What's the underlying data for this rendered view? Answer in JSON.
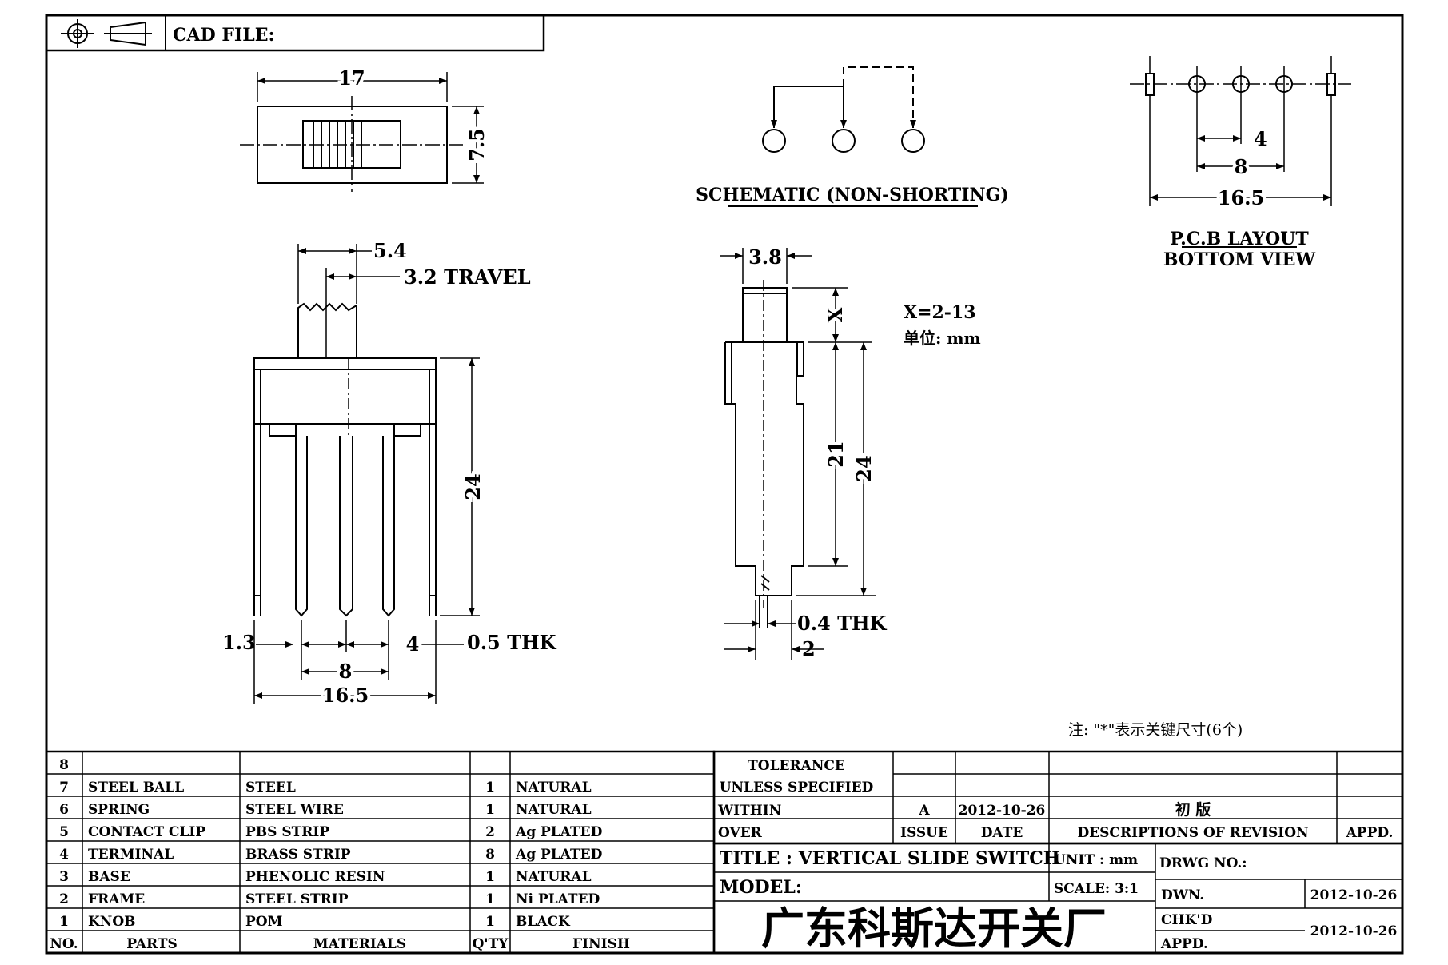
{
  "header": {
    "cad_file_label": "CAD FILE:",
    "projection_icon": "third-angle-projection-icon"
  },
  "top_view": {
    "width_dim": "17",
    "height_dim": "7.5"
  },
  "front_view": {
    "knob_width": "5.4",
    "travel": "3.2 TRAVEL",
    "height": "24",
    "left_offset": "1.3",
    "pin_pitch": "4",
    "thickness": "0.5 THK",
    "pin_span": "8",
    "overall_span": "16.5"
  },
  "schematic": {
    "caption": "SCHEMATIC (NON-SHORTING)"
  },
  "side_view": {
    "knob_width": "3.8",
    "knob_height": "X",
    "x_range": "X=2-13",
    "unit_note": "单位: mm",
    "height_inner": "21",
    "height_outer": "24",
    "pin_thickness": "0.4 THK",
    "pin_width": "2"
  },
  "pcb_layout": {
    "pitch": "4",
    "span": "8",
    "overall": "16.5",
    "title_line1": "P.C.B LAYOUT",
    "title_line2": "BOTTOM VIEW"
  },
  "footnote": "注: \"*\"表示关键尺寸(6个)",
  "bom": {
    "headers": {
      "no": "NO.",
      "part": "PARTS",
      "material": "MATERIALS",
      "qty": "Q'TY",
      "finish": "FINISH"
    },
    "rows": [
      {
        "no": "8",
        "part": "",
        "material": "",
        "qty": "",
        "finish": ""
      },
      {
        "no": "7",
        "part": "STEEL BALL",
        "material": "STEEL",
        "qty": "1",
        "finish": "NATURAL"
      },
      {
        "no": "6",
        "part": "SPRING",
        "material": "STEEL WIRE",
        "qty": "1",
        "finish": "NATURAL"
      },
      {
        "no": "5",
        "part": "CONTACT CLIP",
        "material": "PBS STRIP",
        "qty": "2",
        "finish": "Ag PLATED"
      },
      {
        "no": "4",
        "part": "TERMINAL",
        "material": "BRASS STRIP",
        "qty": "8",
        "finish": "Ag PLATED"
      },
      {
        "no": "3",
        "part": "BASE",
        "material": "PHENOLIC RESIN",
        "qty": "1",
        "finish": "NATURAL"
      },
      {
        "no": "2",
        "part": "FRAME",
        "material": "STEEL STRIP",
        "qty": "1",
        "finish": "Ni PLATED"
      },
      {
        "no": "1",
        "part": "KNOB",
        "material": "POM",
        "qty": "1",
        "finish": "BLACK"
      }
    ]
  },
  "tolerance": {
    "line1": "TOLERANCE",
    "line2": "UNLESS  SPECIFIED",
    "within": "WITHIN",
    "over": "OVER"
  },
  "revision": {
    "issue": "A",
    "date": "2012-10-26",
    "description": "初  版",
    "issue_label": "ISSUE",
    "date_label": "DATE",
    "desc_label": "DESCRIPTIONS OF REVISION",
    "appd_label": "APPD."
  },
  "title_block": {
    "title": "TITLE :  VERTICAL SLIDE SWITCH",
    "unit": "UNIT :  mm",
    "drwg_no": "DRWG NO.:",
    "model": "MODEL:",
    "scale": "SCALE:  3:1",
    "dwn_label": "DWN.",
    "dwn_date": "2012-10-26",
    "chkd_label": "CHK'D",
    "appd_label": "APPD.",
    "chk_date": "2012-10-26",
    "company": "广东科斯达开关厂"
  }
}
